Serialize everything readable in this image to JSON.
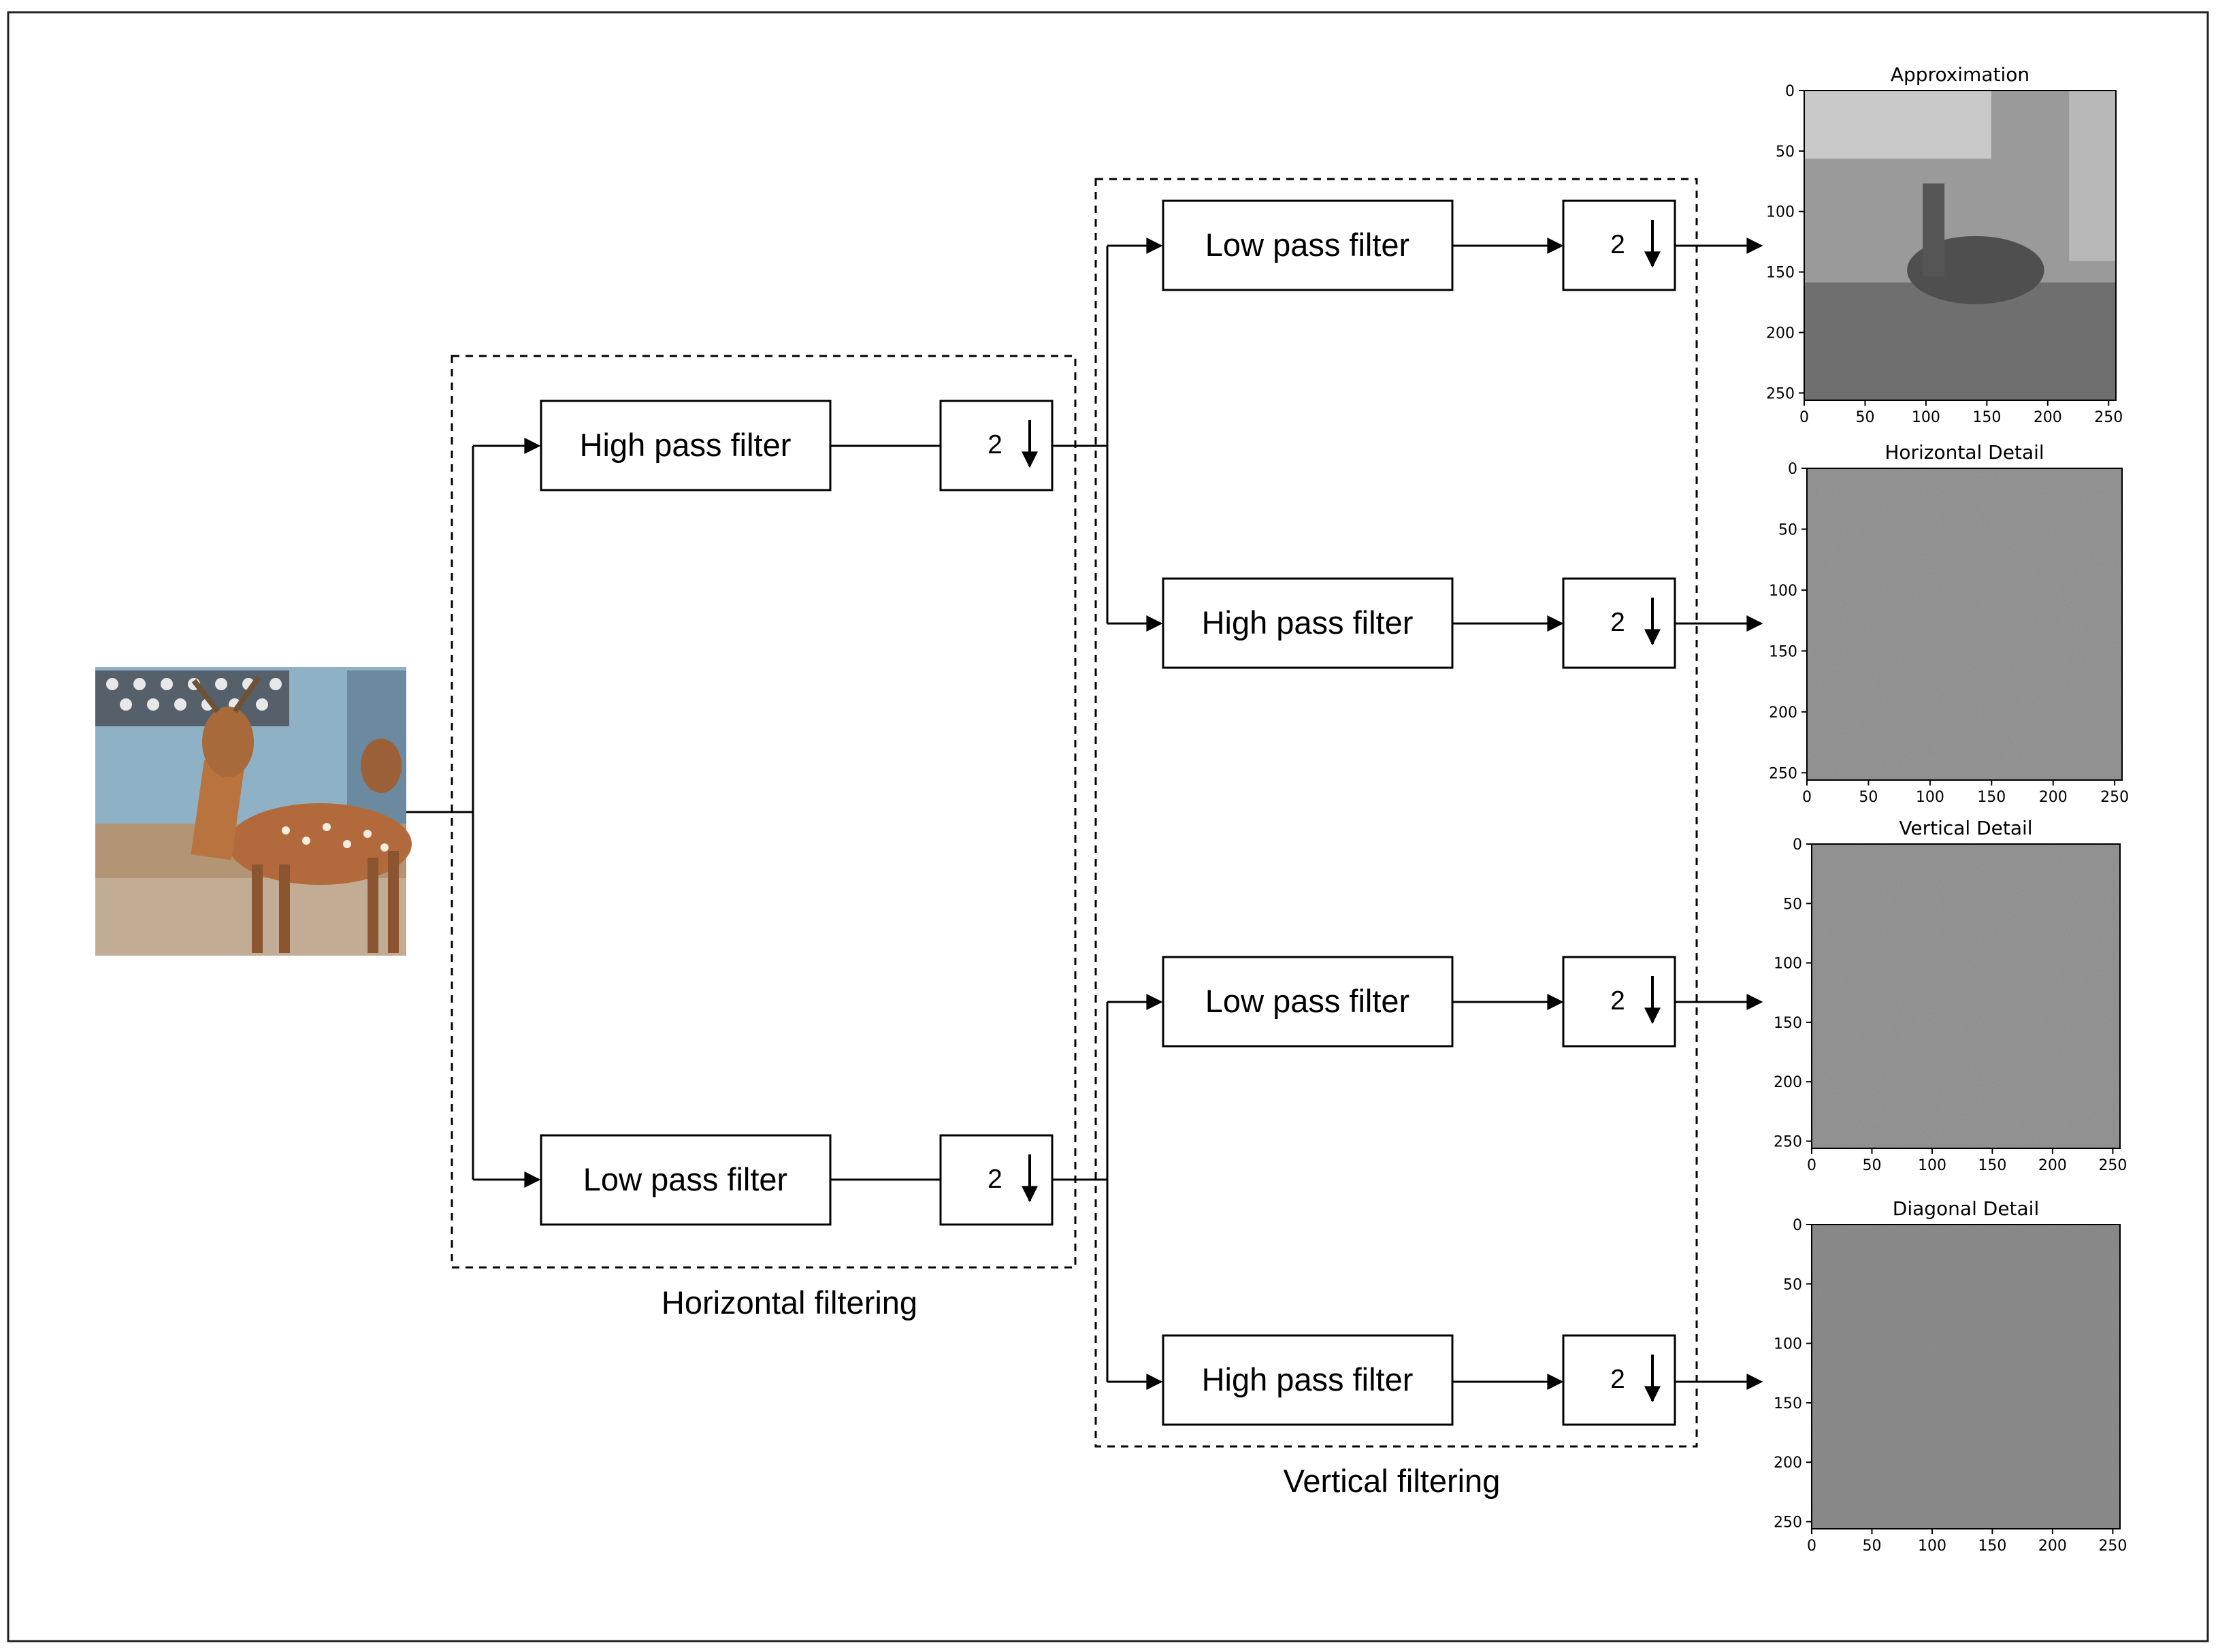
{
  "input_image": {
    "icon": "deer-photo"
  },
  "horizontal_stage": {
    "label": "Horizontal filtering",
    "filters": [
      {
        "label": "High pass filter",
        "downsample": "2"
      },
      {
        "label": "Low pass filter",
        "downsample": "2"
      }
    ]
  },
  "vertical_stage": {
    "label": "Vertical filtering",
    "filters": [
      {
        "label": "Low pass filter",
        "downsample": "2"
      },
      {
        "label": "High pass filter",
        "downsample": "2"
      },
      {
        "label": "Low pass filter",
        "downsample": "2"
      },
      {
        "label": "High pass filter",
        "downsample": "2"
      }
    ]
  },
  "outputs": [
    {
      "title": "Approximation",
      "style": "grayscale",
      "x_ticks": [
        "0",
        "50",
        "100",
        "150",
        "200",
        "250"
      ],
      "y_ticks": [
        "0",
        "50",
        "100",
        "150",
        "200",
        "250"
      ]
    },
    {
      "title": "Horizontal Detail",
      "style": "embossed",
      "x_ticks": [
        "0",
        "50",
        "100",
        "150",
        "200",
        "250"
      ],
      "y_ticks": [
        "0",
        "50",
        "100",
        "150",
        "200",
        "250"
      ]
    },
    {
      "title": "Vertical Detail",
      "style": "embossed",
      "x_ticks": [
        "0",
        "50",
        "100",
        "150",
        "200",
        "250"
      ],
      "y_ticks": [
        "0",
        "50",
        "100",
        "150",
        "200",
        "250"
      ]
    },
    {
      "title": "Diagonal Detail",
      "style": "flat-gray",
      "x_ticks": [
        "0",
        "50",
        "100",
        "150",
        "200",
        "250"
      ],
      "y_ticks": [
        "0",
        "50",
        "100",
        "150",
        "200",
        "250"
      ]
    }
  ]
}
